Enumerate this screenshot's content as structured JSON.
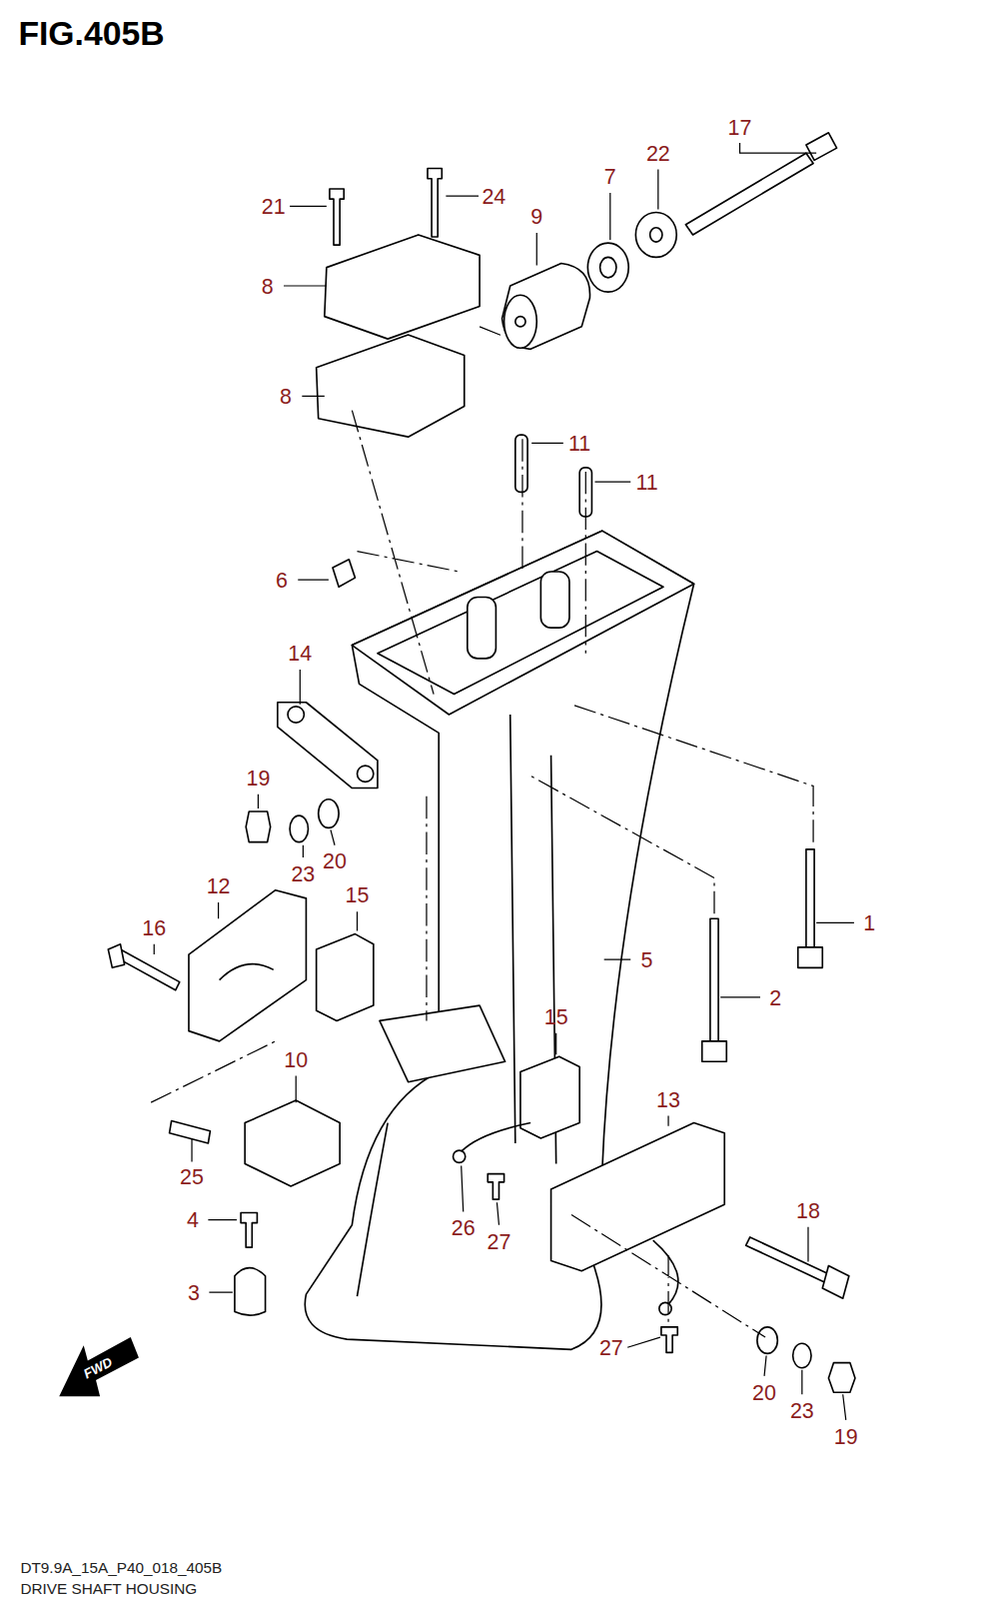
{
  "diagram": {
    "title": "FIG.405B",
    "caption": "DRIVE SHAFT HOUSING",
    "labels": [
      "17",
      "22",
      "7",
      "9",
      "21",
      "24",
      "8",
      "8",
      "11",
      "11",
      "6",
      "14",
      "19",
      "23",
      "20",
      "15",
      "12",
      "16",
      "1",
      "5",
      "2",
      "15",
      "10",
      "13",
      "25",
      "18",
      "4",
      "26",
      "27",
      "3",
      "27",
      "20",
      "23",
      "19",
      "FWD",
      "DT9.9A_15A_P40_018_405B"
    ]
  }
}
